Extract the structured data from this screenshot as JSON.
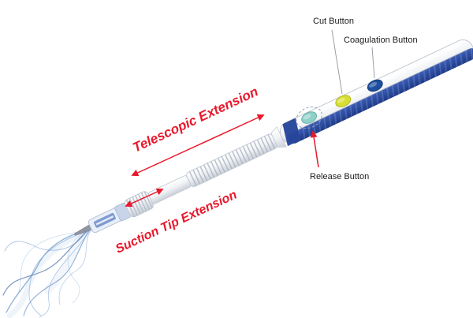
{
  "diagram": {
    "part_labels": {
      "cut_button": "Cut Button",
      "coagulation_button": "Coagulation Button",
      "release_button": "Release Button"
    },
    "feature_labels": {
      "telescopic_extension": "Telescopic Extension",
      "suction_tip_extension": "Suction Tip Extension"
    },
    "colors": {
      "annotation_red": "#e8192c",
      "label_text": "#1a1a1a",
      "leader_line_grey": "#9aa0a6",
      "handle_blue": "#27469b",
      "cut_button_yellow": "#d8de2f",
      "coagulation_button_blue": "#1d4f9e",
      "release_button_teal": "#8fd0c9",
      "smoke_blue": "#5b8ac6",
      "device_body_light": "#f4f6f9",
      "device_body_shade": "#c9cfd9"
    }
  }
}
